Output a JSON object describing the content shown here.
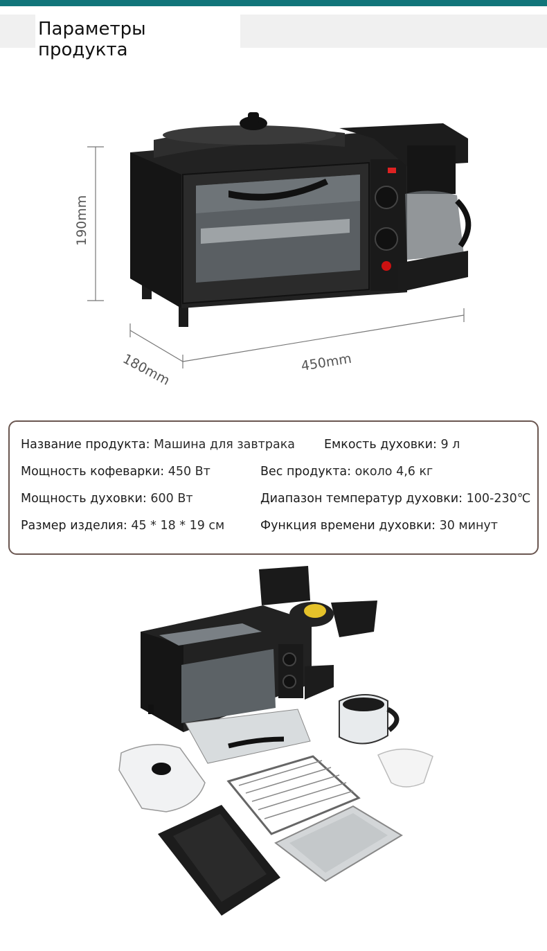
{
  "header": {
    "title": "Параметры продукта"
  },
  "dimensions": {
    "height": "190mm",
    "depth": "180mm",
    "width": "450mm"
  },
  "specs": [
    {
      "label": "Название продукта: ",
      "value": "Машина для завтрака"
    },
    {
      "label": "Емкость духовки: ",
      "value": "9 л"
    },
    {
      "label": "Мощность кофеварки: ",
      "value": "450 Вт"
    },
    {
      "label": "Вес продукта: ",
      "value": "около 4,6 кг"
    },
    {
      "label": "Мощность духовки: ",
      "value": "600 Вт"
    },
    {
      "label": "Диапазон температур духовки: ",
      "value": "100-230℃"
    },
    {
      "label": "Размер изделия: ",
      "value": "45 * 18 * 19 см"
    },
    {
      "label": "Функция времени духовки: ",
      "value": "30 минут"
    }
  ],
  "colors": {
    "accent": "#12757a",
    "border": "#6a5650",
    "product": "#1b1b1b"
  }
}
